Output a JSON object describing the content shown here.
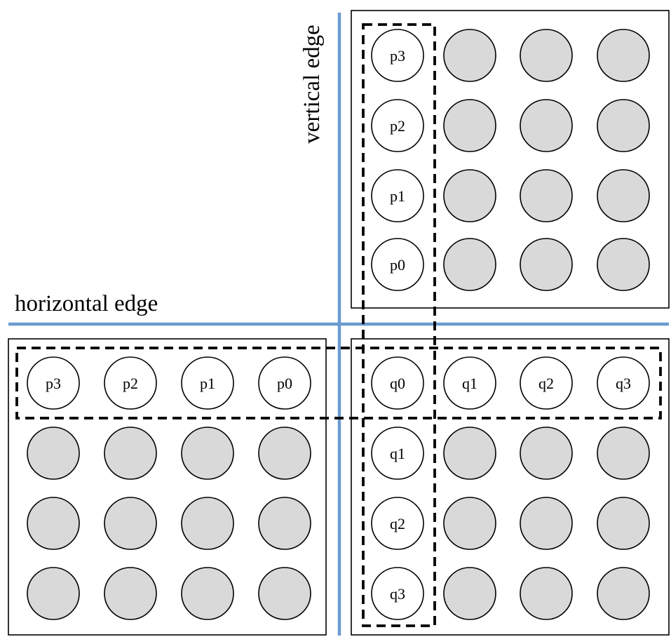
{
  "labels": {
    "vertical_edge": "vertical edge",
    "horizontal_edge": "horizontal edge"
  },
  "vertical_column_labels": [
    "p3",
    "p2",
    "p1",
    "p0",
    "q0",
    "q1",
    "q2",
    "q3"
  ],
  "horizontal_row_labels": [
    "p3",
    "p2",
    "p1",
    "p0",
    "q0",
    "q1",
    "q2",
    "q3"
  ],
  "colors": {
    "edge_line": "#6a9bd0",
    "filled_pixel": "#d9d9d9",
    "empty_pixel": "#ffffff"
  }
}
